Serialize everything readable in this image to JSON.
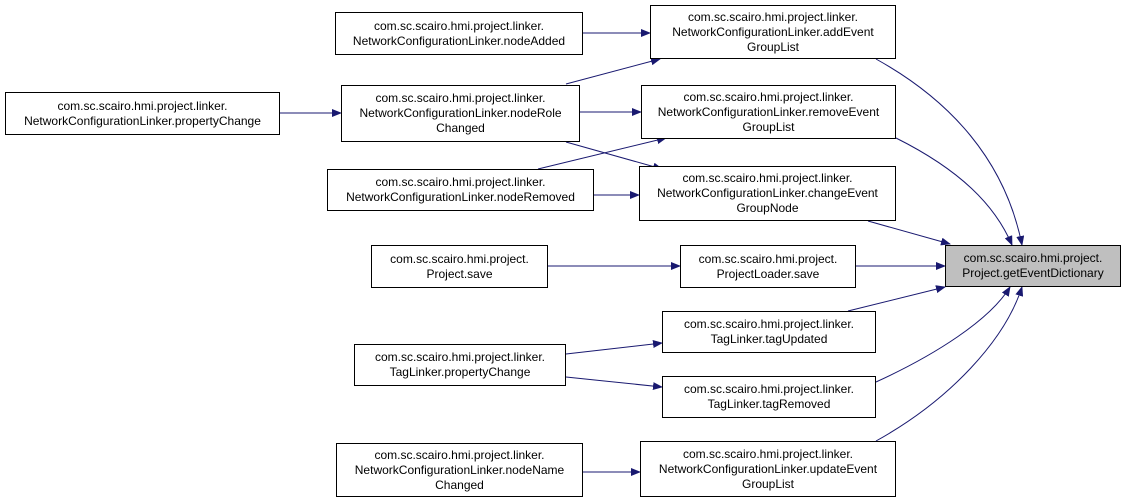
{
  "colors": {
    "edge": "#191970",
    "border": "#000000",
    "highlight": "#bfbfbf"
  },
  "nodes": {
    "nodeAdded": {
      "line1": "com.sc.scairo.hmi.project.linker.",
      "line2": "NetworkConfigurationLinker.nodeAdded"
    },
    "addEvent": {
      "line1": "com.sc.scairo.hmi.project.linker.",
      "line2": "NetworkConfigurationLinker.addEvent",
      "line3": "GroupList"
    },
    "propertyChangeNCL": {
      "line1": "com.sc.scairo.hmi.project.linker.",
      "line2": "NetworkConfigurationLinker.propertyChange"
    },
    "nodeRoleChanged": {
      "line1": "com.sc.scairo.hmi.project.linker.",
      "line2": "NetworkConfigurationLinker.nodeRole",
      "line3": "Changed"
    },
    "removeEvent": {
      "line1": "com.sc.scairo.hmi.project.linker.",
      "line2": "NetworkConfigurationLinker.removeEvent",
      "line3": "GroupList"
    },
    "nodeRemoved": {
      "line1": "com.sc.scairo.hmi.project.linker.",
      "line2": "NetworkConfigurationLinker.nodeRemoved"
    },
    "changeEvent": {
      "line1": "com.sc.scairo.hmi.project.linker.",
      "line2": "NetworkConfigurationLinker.changeEvent",
      "line3": "GroupNode"
    },
    "projectSave": {
      "line1": "com.sc.scairo.hmi.project.",
      "line2": "Project.save"
    },
    "loaderSave": {
      "line1": "com.sc.scairo.hmi.project.",
      "line2": "ProjectLoader.save"
    },
    "getEventDictionary": {
      "line1": "com.sc.scairo.hmi.project.",
      "line2": "Project.getEventDictionary"
    },
    "tagUpdated": {
      "line1": "com.sc.scairo.hmi.project.linker.",
      "line2": "TagLinker.tagUpdated"
    },
    "propertyChangeTag": {
      "line1": "com.sc.scairo.hmi.project.linker.",
      "line2": "TagLinker.propertyChange"
    },
    "tagRemoved": {
      "line1": "com.sc.scairo.hmi.project.linker.",
      "line2": "TagLinker.tagRemoved"
    },
    "nodeNameChanged": {
      "line1": "com.sc.scairo.hmi.project.linker.",
      "line2": "NetworkConfigurationLinker.nodeName",
      "line3": "Changed"
    },
    "updateEvent": {
      "line1": "com.sc.scairo.hmi.project.linker.",
      "line2": "NetworkConfigurationLinker.updateEvent",
      "line3": "GroupList"
    }
  }
}
